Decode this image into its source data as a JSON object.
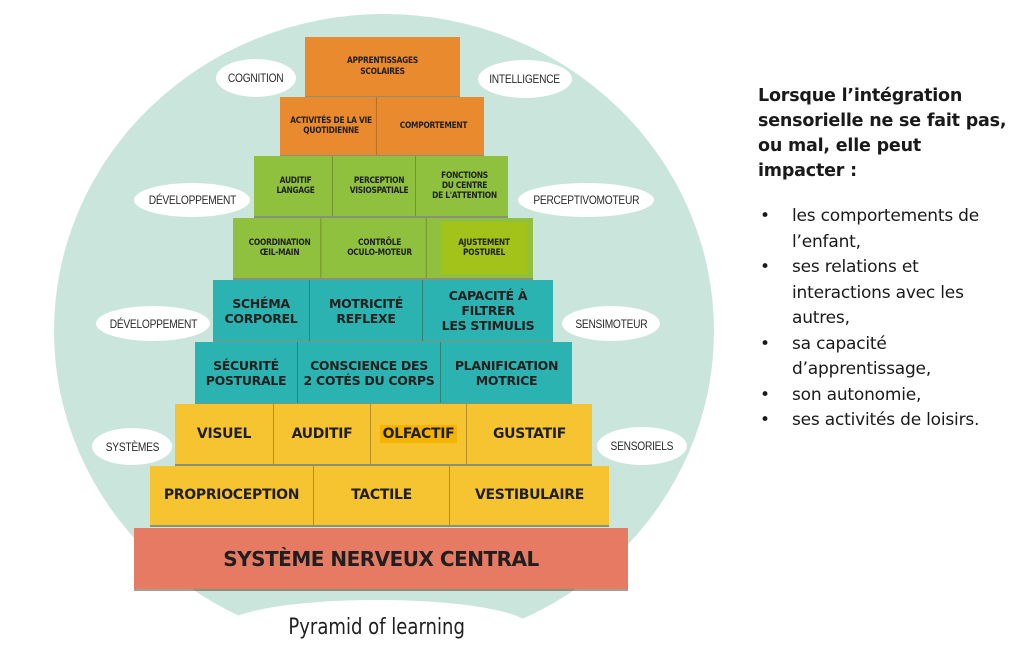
{
  "colors": {
    "background_circle": "#c9e5dc",
    "orange": "#ea8a2f",
    "green": "#8fc13e",
    "lime_highlight": "#a3c31a",
    "teal": "#2bb3b1",
    "yellow": "#f6c431",
    "yellow_highlight": "#f4b400",
    "red": "#e77a63"
  },
  "pyramid": {
    "title": "Pyramid of learning",
    "rows": [
      {
        "blocks": [
          {
            "label": "APPRENTISSAGES\nSCOLAIRES"
          }
        ]
      },
      {
        "blocks": [
          {
            "label": "ACTIVITÉS DE LA VIE\nQUOTIDIENNE"
          },
          {
            "label": "COMPORTEMENT"
          }
        ]
      },
      {
        "blocks": [
          {
            "label": "AUDITIF\nLANGAGE"
          },
          {
            "label": "PERCEPTION\nVISIOSPATIALE"
          },
          {
            "label": "FONCTIONS\nDU CENTRE\nDE L'ATTENTION"
          }
        ]
      },
      {
        "blocks": [
          {
            "label": "COORDINATION\nŒIL-MAIN"
          },
          {
            "label": "CONTRÔLE\nOCULO-MOTEUR"
          },
          {
            "label": "AJUSTEMENT\nPOSTUREL"
          }
        ]
      },
      {
        "blocks": [
          {
            "label": "SCHÉMA\nCORPOREL"
          },
          {
            "label": "MOTRICITÉ\nREFLEXE"
          },
          {
            "label": "CAPACITÉ À FILTRER\nLES STIMULIS"
          }
        ]
      },
      {
        "blocks": [
          {
            "label": "SÉCURITÉ\nPOSTURALE"
          },
          {
            "label": "CONSCIENCE DES\n2 COTÉS DU CORPS"
          },
          {
            "label": "PLANIFICATION\nMOTRICE"
          }
        ]
      },
      {
        "blocks": [
          {
            "label": "VISUEL"
          },
          {
            "label": "AUDITIF"
          },
          {
            "label": "OLFACTIF"
          },
          {
            "label": "GUSTATIF"
          }
        ]
      },
      {
        "blocks": [
          {
            "label": "PROPRIOCEPTION"
          },
          {
            "label": "TACTILE"
          },
          {
            "label": "VESTIBULAIRE"
          }
        ]
      },
      {
        "blocks": [
          {
            "label": "SYSTÈME NERVEUX CENTRAL"
          }
        ]
      }
    ],
    "side_labels": {
      "cognition": "COGNITION",
      "intelligence": "INTELLIGENCE",
      "developpement_1": "DÉVELOPPEMENT",
      "perceptivomoteur": "PERCEPTIVOMOTEUR",
      "developpement_2": "DÉVELOPPEMENT",
      "sensimoteur": "SENSIMOTEUR",
      "systemes": "SYSTÈMES",
      "sensoriels": "SENSORIELS"
    }
  },
  "sidebar": {
    "heading": "Lorsque l’intégration sensorielle ne se fait pas, ou mal, elle peut impacter :",
    "bullet_glyph": "•",
    "items": [
      "les comportements de l’enfant,",
      "ses relations et interactions avec les autres,",
      "sa capacité d’apprentissage,",
      "son autonomie,",
      "ses activités de loisirs."
    ]
  }
}
